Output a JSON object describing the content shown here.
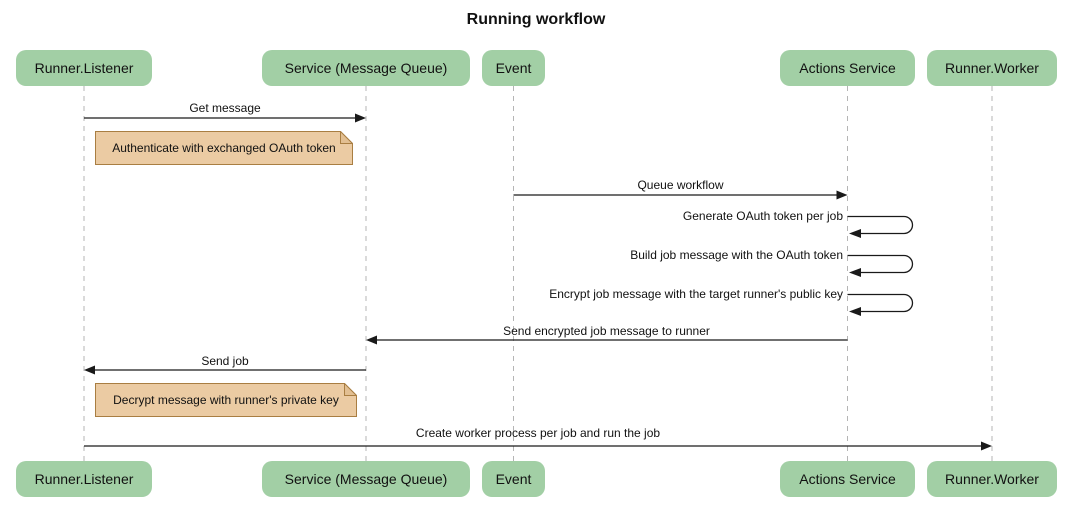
{
  "title": "Running workflow",
  "diagram_type": "sequence",
  "participants": [
    {
      "name": "Runner.Listener"
    },
    {
      "name": "Service (Message Queue)"
    },
    {
      "name": "Event"
    },
    {
      "name": "Actions Service"
    },
    {
      "name": "Runner.Worker"
    }
  ],
  "messages": [
    {
      "text": "Get message",
      "from": "Runner.Listener",
      "to": "Service (Message Queue)"
    },
    {
      "text": "Queue workflow",
      "from": "Event",
      "to": "Actions Service"
    },
    {
      "text": "Generate OAuth token per job",
      "from": "Actions Service",
      "to": "Actions Service",
      "self": true
    },
    {
      "text": "Build job message with the OAuth token",
      "from": "Actions Service",
      "to": "Actions Service",
      "self": true
    },
    {
      "text": "Encrypt job message with the target runner's public key",
      "from": "Actions Service",
      "to": "Actions Service",
      "self": true
    },
    {
      "text": "Send encrypted job message to runner",
      "from": "Actions Service",
      "to": "Service (Message Queue)"
    },
    {
      "text": "Send job",
      "from": "Service (Message Queue)",
      "to": "Runner.Listener"
    },
    {
      "text": "Create worker process per job and run the job",
      "from": "Runner.Listener",
      "to": "Runner.Worker"
    }
  ],
  "notes": [
    {
      "text": "Authenticate with exchanged OAuth token",
      "over": "Runner.Listener"
    },
    {
      "text": "Decrypt message with runner's private key",
      "over": "Runner.Listener"
    }
  ],
  "colors": {
    "participant-fill": "#a2cfa5",
    "note-fill": "#ebcba3",
    "note-border": "#a97e42",
    "note-fold": "#e2bf92",
    "line-color": "#1a1a1a",
    "lifeline-color": "#b5b5b5",
    "text-color": "#111111",
    "bg-color": "#ffffff"
  }
}
